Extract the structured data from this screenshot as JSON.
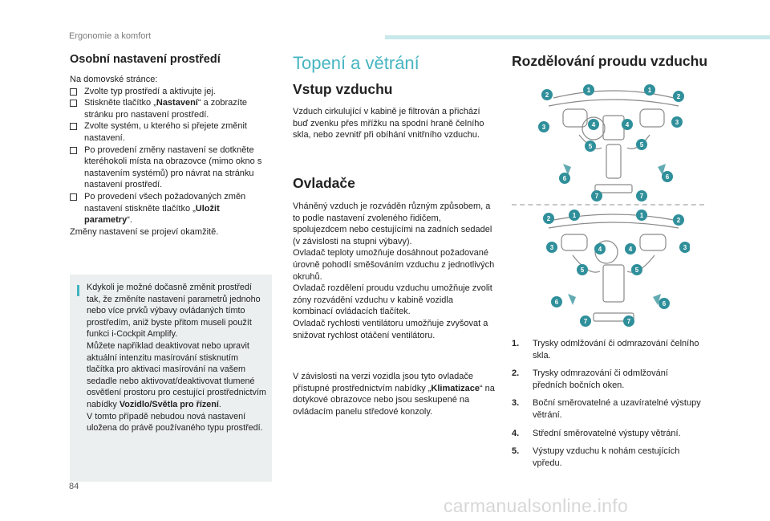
{
  "header": {
    "section": "Ergonomie a komfort",
    "page_number": "84"
  },
  "watermark": "carmanualsonline.info",
  "col1": {
    "title": "Osobní nastavení prostředí",
    "intro": "Na domovské stránce:",
    "items": [
      {
        "pre": "Zvolte typ prostředí a aktivujte jej."
      },
      {
        "pre": "Stiskněte tlačítko „",
        "bold": "Nastavení",
        "post": "“ a zobrazíte stránku pro nastavení prostředí."
      },
      {
        "pre": "Zvolte systém, u kterého si přejete změnit nastavení."
      },
      {
        "pre": "Po provedení změny nastavení se dotkněte kteréhokoli místa na obrazovce (mimo okno s nastavením systémů) pro návrat na stránku nastavení prostředí."
      },
      {
        "pre": "Po provedení všech požadovaných změn nastavení stiskněte tlačítko „",
        "bold": "Uložit parametry",
        "post": "“."
      }
    ],
    "outro": "Změny nastavení se projeví okamžitě.",
    "info": {
      "p1": "Kdykoli je možné dočasně změnit prostředí tak, že změníte nastavení parametrů jednoho nebo více prvků výbavy ovládaných tímto prostředím, aniž byste přitom museli použít funkci i-Cockpit Amplify.",
      "p2_pre": "Můžete například deaktivovat nebo upravit aktuální intenzitu masírování stisknutím tlačítka pro aktivaci masírování na vašem sedadle nebo aktivovat/deaktivovat tlumené osvětlení prostoru pro cestující prostřednictvím nabídky ",
      "p2_bold": "Vozidlo/Světla pro řízení",
      "p2_post": ".",
      "p3": "V tomto případě nebudou nová nastavení uložena do právě používaného typu prostředí."
    }
  },
  "col2": {
    "title": "Topení a větrání",
    "sub1": "Vstup vzduchu",
    "p1": "Vzduch cirkulující v kabině je filtrován a přichází buď zvenku přes mřížku na spodní hraně čelního skla, nebo zevnitř při obíhání vnitřního vzduchu.",
    "sub2": "Ovladače",
    "p2": "Vháněný vzduch je rozváděn různým způsobem, a to podle nastavení zvoleného řidičem, spolujezdcem nebo cestujícími na zadních sedadel (v závislosti na stupni výbavy).",
    "p3": "Ovladač teploty umožňuje dosáhnout požadované úrovně pohodlí směšováním vzduchu z jednotlivých okruhů.",
    "p4": "Ovladač rozdělení proudu vzduchu umožňuje zvolit zóny rozvádění vzduchu v kabině vozidla kombinací ovládacích tlačítek.",
    "p5": "Ovladač rychlosti ventilátoru umožňuje zvyšovat a snižovat rychlost otáčení ventilátoru.",
    "p6_pre": "V závislosti na verzi vozidla jsou tyto ovladače přístupné prostřednictvím nabídky „",
    "p6_bold": "Klimatizace",
    "p6_post": "“ na dotykové obrazovce nebo jsou seskupené na ovládacím panelu středové konzoly."
  },
  "col3": {
    "title": "Rozdělování proudu vzduchu",
    "diagram_labels": [
      "1",
      "2",
      "3",
      "4",
      "5",
      "6",
      "7"
    ],
    "legend": [
      {
        "num": "1.",
        "text": "Trysky odmlžování či odmrazování čelního skla."
      },
      {
        "num": "2.",
        "text": "Trysky odmrazování či odmlžování předních bočních oken."
      },
      {
        "num": "3.",
        "text": "Boční směrovatelné a uzavíratelné výstupy větrání."
      },
      {
        "num": "4.",
        "text": "Střední směrovatelné výstupy větrání."
      },
      {
        "num": "5.",
        "text": "Výstupy vzduchu k nohám cestujících vpředu."
      }
    ]
  },
  "colors": {
    "accent": "#46b5c1",
    "marker": "#41b4c0",
    "badge": "#2f8f9a",
    "info_bg": "#ecefef"
  }
}
